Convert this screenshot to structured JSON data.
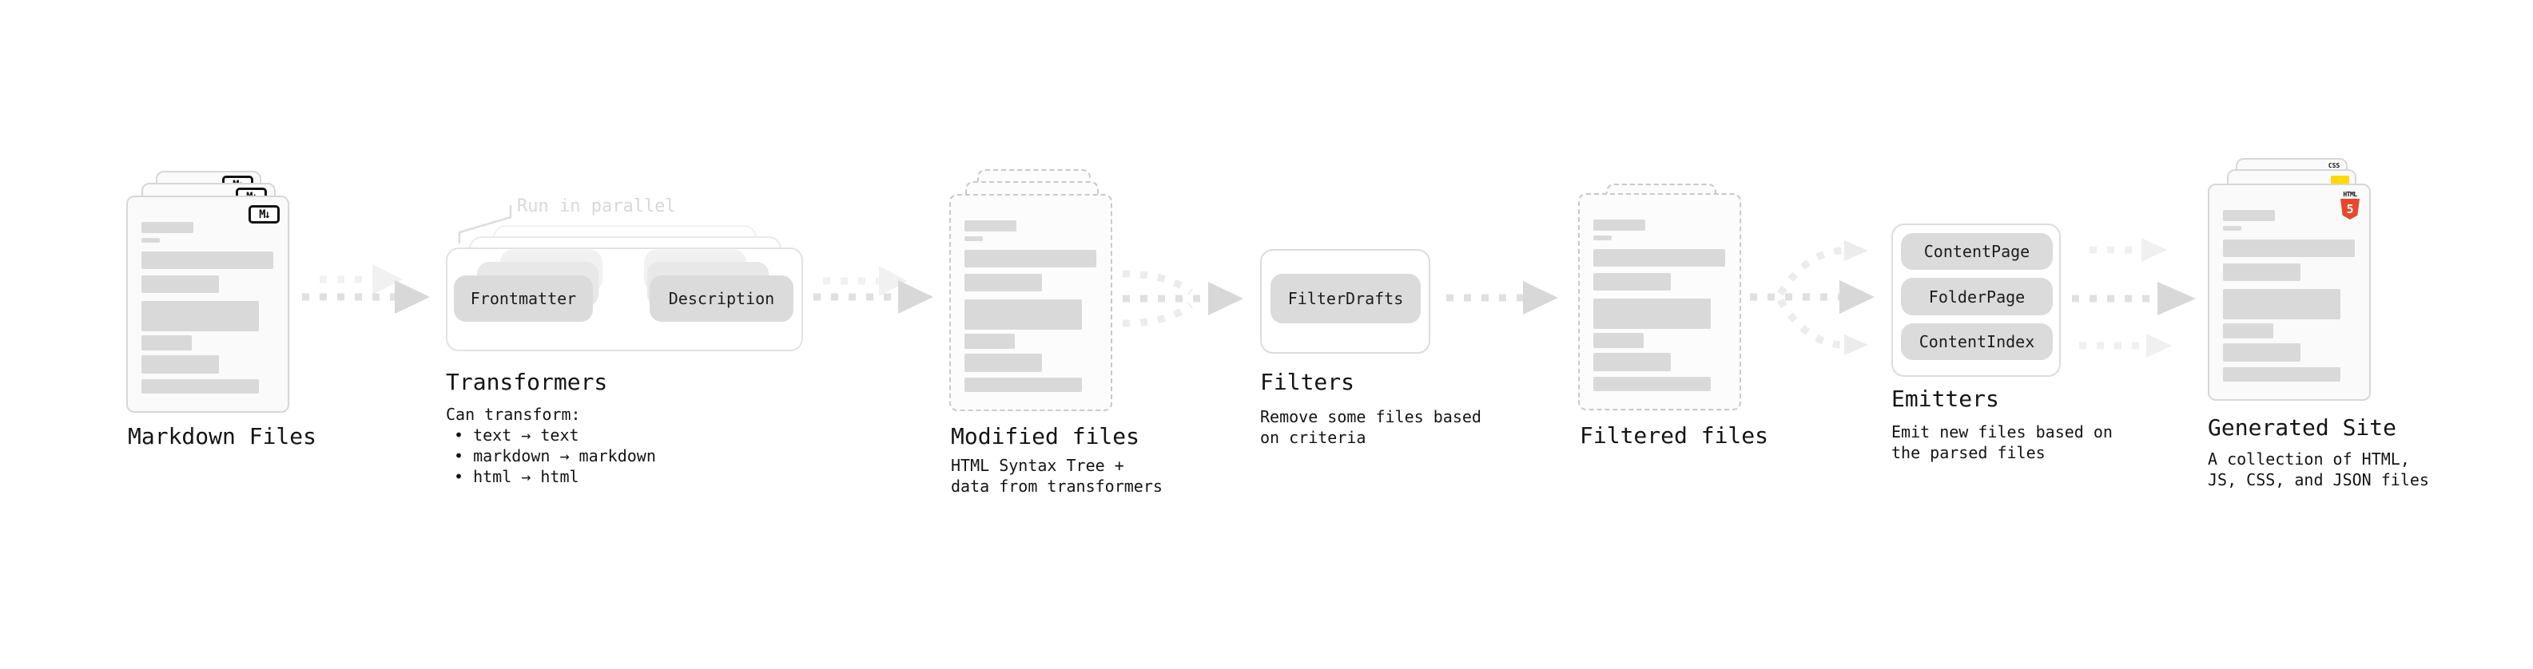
{
  "colors": {
    "html5_orange": "#e8472b",
    "js_yellow": "#ffd900",
    "css_blue": "#2965f1",
    "pill_gray": "#dbdbdb",
    "ghost_gray": "#f0f0f0"
  },
  "nodes": {
    "markdown_files": {
      "title": "Markdown Files",
      "badge": "M↓"
    },
    "transformers": {
      "title": "Transformers",
      "annotation": "Run in parallel",
      "pills": [
        "Frontmatter",
        "Description"
      ],
      "desc": [
        "Can transform:",
        "• text → text",
        "• markdown → markdown",
        "• html → html"
      ]
    },
    "modified_files": {
      "title": "Modified files",
      "desc": [
        "HTML Syntax Tree +",
        "data from transformers"
      ]
    },
    "filters": {
      "title": "Filters",
      "pill": "FilterDrafts",
      "desc": [
        "Remove some files based",
        "on criteria"
      ]
    },
    "filtered_files": {
      "title": "Filtered files"
    },
    "emitters": {
      "title": "Emitters",
      "pills": [
        "ContentPage",
        "FolderPage",
        "ContentIndex"
      ],
      "desc": [
        "Emit new files based on",
        "the parsed files"
      ]
    },
    "generated_site": {
      "title": "Generated Site",
      "badge_css": "CSS",
      "badge_html_label": "HTML",
      "badge_html_number": "5",
      "desc": [
        "A collection of HTML,",
        "JS, CSS, and JSON files"
      ]
    }
  }
}
